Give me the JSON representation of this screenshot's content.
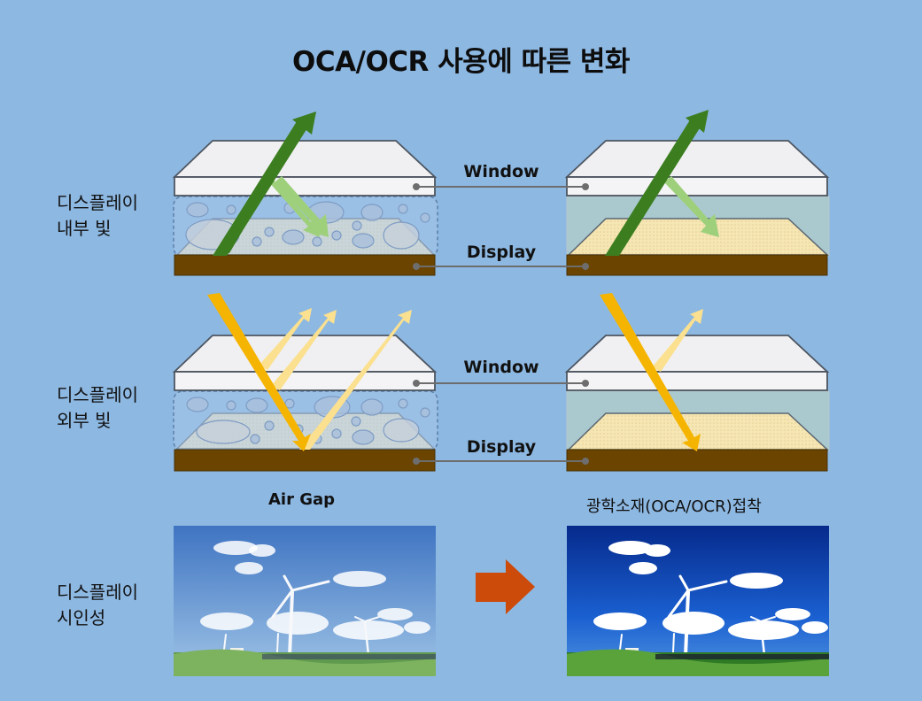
{
  "title": "OCA/OCR 사용에 따른 변화",
  "rows": [
    {
      "label_line1": "디스플레이",
      "label_line2": "내부 빛"
    },
    {
      "label_line1": "디스플레이",
      "label_line2": "외부 빛"
    },
    {
      "label_line1": "디스플레이",
      "label_line2": "시인성"
    }
  ],
  "layers": {
    "top": "Window",
    "bottom": "Display"
  },
  "columns": {
    "left": {
      "caption": "Air Gap"
    },
    "right": {
      "caption": "광학소재(OCA/OCR)접착"
    }
  },
  "colors": {
    "background": "#8db8e2",
    "window_glass": "#f2f2f4",
    "display_panel": "#6b4400",
    "display_surface": "#f5e6b4",
    "air_gap_fill": "#a8c6ea",
    "oca_fill": "#a9c9cf",
    "inner_light_strong": "#3b7d1f",
    "inner_light_reflected": "#9ed07c",
    "outer_light_strong": "#f5b400",
    "outer_light_reflected": "#fbe08f",
    "transition_arrow": "#cc4a0a",
    "connector_line": "#6d6d6d"
  },
  "icons": {
    "transition": "right-arrow-icon"
  },
  "photos": {
    "left": "wind-turbine-photo-washed-out",
    "right": "wind-turbine-photo-vivid"
  }
}
